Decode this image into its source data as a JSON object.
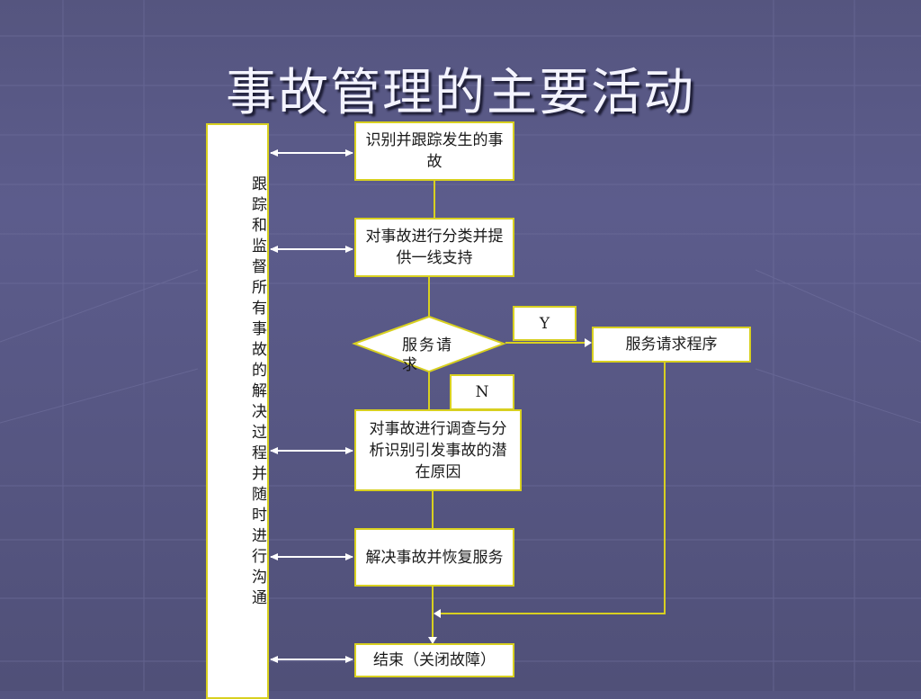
{
  "title": "事故管理的主要活动",
  "side_label": "跟踪和监督所有事故的解决过程并随时进行沟通",
  "nodes": {
    "identify": "识别并跟踪发生的事故",
    "classify": "对事故进行分类并提供一线支持",
    "decision": "服务请求",
    "investigate": "对事故进行调查与分析识别引发事故的潜在原因",
    "resolve": "解决事故并恢复服务",
    "close": "结束（关闭故障）",
    "service_request": "服务请求程序"
  },
  "labels": {
    "yes": "Y",
    "no": "N"
  },
  "colors": {
    "border": "#d8d020",
    "connector": "#d8d020",
    "arrow_white": "#ffffff"
  }
}
